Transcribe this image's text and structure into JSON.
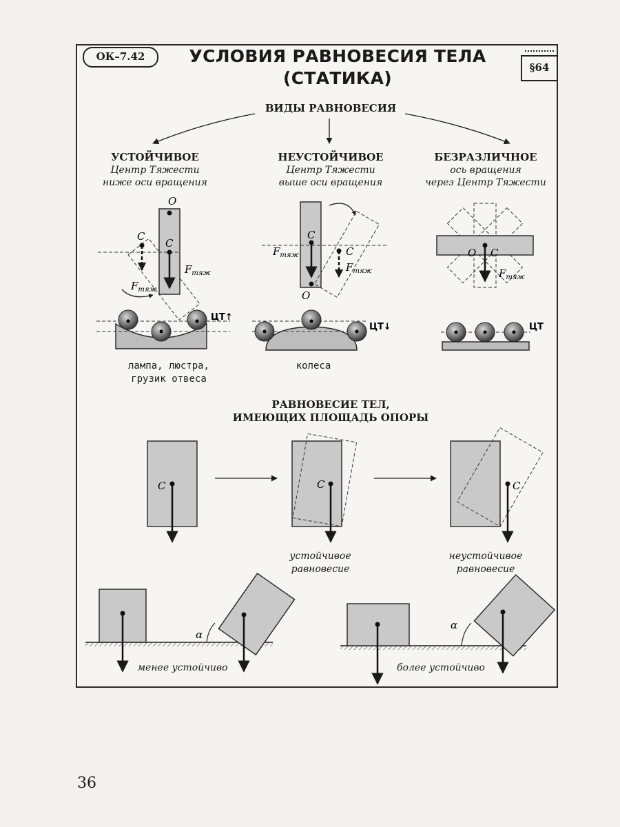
{
  "header": {
    "code": "ОК–7.42",
    "title_line1": "УСЛОВИЯ РАВНОВЕСИЯ ТЕЛА",
    "title_line2": "(СТАТИКА)",
    "section": "§64"
  },
  "types": {
    "heading": "ВИДЫ РАВНОВЕСИЯ",
    "stable": {
      "name": "УСТОЙЧИВОЕ",
      "line1": "Центр Тяжести",
      "line2": "ниже оси вращения"
    },
    "unstable": {
      "name": "НЕУСТОЙЧИВОЕ",
      "line1": "Центр Тяжести",
      "line2": "выше оси вращения"
    },
    "indifferent": {
      "name": "БЕЗРАЗЛИЧНОЕ",
      "line1": "ось вращения",
      "line2": "через Центр Тяжести"
    }
  },
  "labels": {
    "O": "O",
    "C": "C",
    "F": "F",
    "F_sub": "тяж",
    "ct_up": "ЦТ↑",
    "ct_down": "ЦТ↓",
    "ct": "ЦТ",
    "alpha": "α"
  },
  "examples": {
    "stable_line1": "лампа, люстра,",
    "stable_line2": "грузик отвеса",
    "unstable": "колеса"
  },
  "support": {
    "heading_line1": "РАВНОВЕСИЕ ТЕЛ,",
    "heading_line2": "ИМЕЮЩИХ ПЛОЩАДЬ ОПОРЫ",
    "stable_line1": "устойчивое",
    "stable_line2": "равновесие",
    "unstable_line1": "неустойчивое",
    "unstable_line2": "равновесие",
    "less_stable": "менее устойчиво",
    "more_stable": "более устойчиво"
  },
  "page_number": "36"
}
